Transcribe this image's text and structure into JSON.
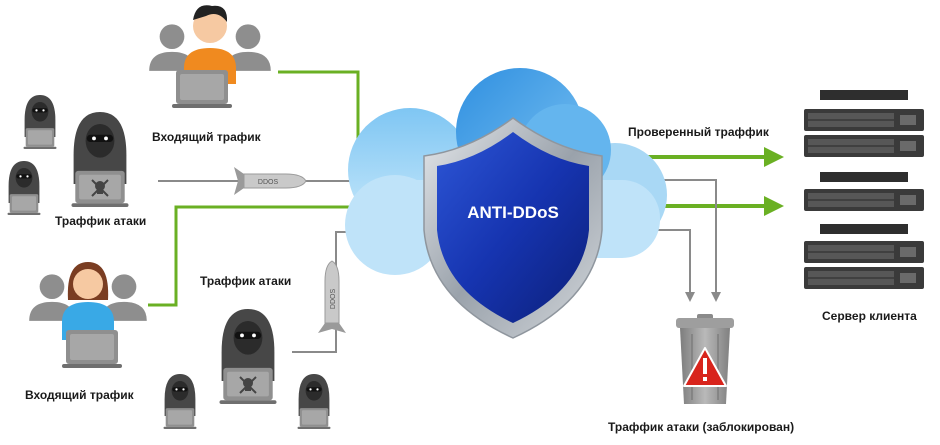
{
  "labels": {
    "incoming_top": "Входящий трафик",
    "attack_left": "Траффик атаки",
    "attack_bottom": "Траффик атаки",
    "incoming_bottom": "Входящий трафик",
    "verified": "Проверенный траффик",
    "server": "Сервер клиента",
    "blocked": "Траффик атаки (заблокирован)"
  },
  "shield": {
    "text": "ANTI-DDoS"
  },
  "missile_text": "DDOS",
  "colors": {
    "green": "#6ab023",
    "gray_line": "#8a8a8a",
    "cloud_light": "#a9d8f5",
    "cloud_dark": "#3fa6ea",
    "shield_blue": "#1633a8",
    "shield_rim": "#b9bfc6",
    "hood": "#474747",
    "server": "#3a3a3a",
    "trash": "#9a9a9a",
    "warning_red": "#d8241c",
    "shirt_orange": "#f08a1f",
    "shirt_blue": "#39a9e6"
  },
  "icons": [
    "user-icon",
    "hacker-icon",
    "missile-icon",
    "cloud-icon",
    "shield-icon",
    "server-icon",
    "trash-icon",
    "warning-icon",
    "arrow-icon"
  ]
}
